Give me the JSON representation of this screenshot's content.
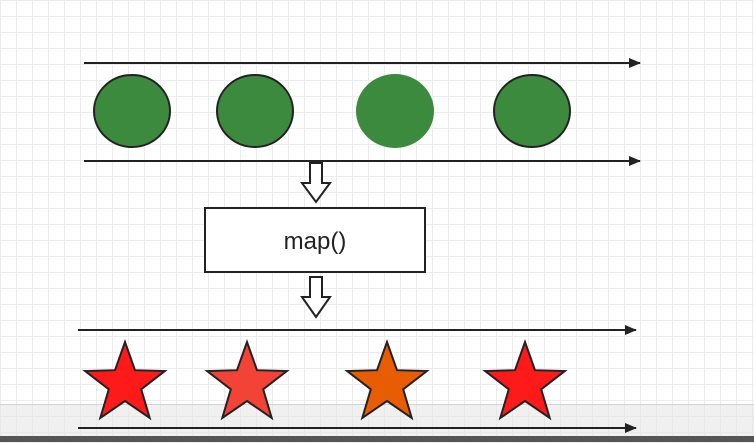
{
  "operator": {
    "label": "map()"
  },
  "colors": {
    "circles": [
      "#3b8a3e",
      "#3b8a3e",
      "#3b8a3e",
      "#3b8a3e"
    ],
    "stars": [
      "#ff1a1a",
      "#f24336",
      "#e85d04",
      "#ff1a1a"
    ],
    "line": "#222222"
  },
  "shapes": {
    "input": "circle",
    "output": "star"
  }
}
